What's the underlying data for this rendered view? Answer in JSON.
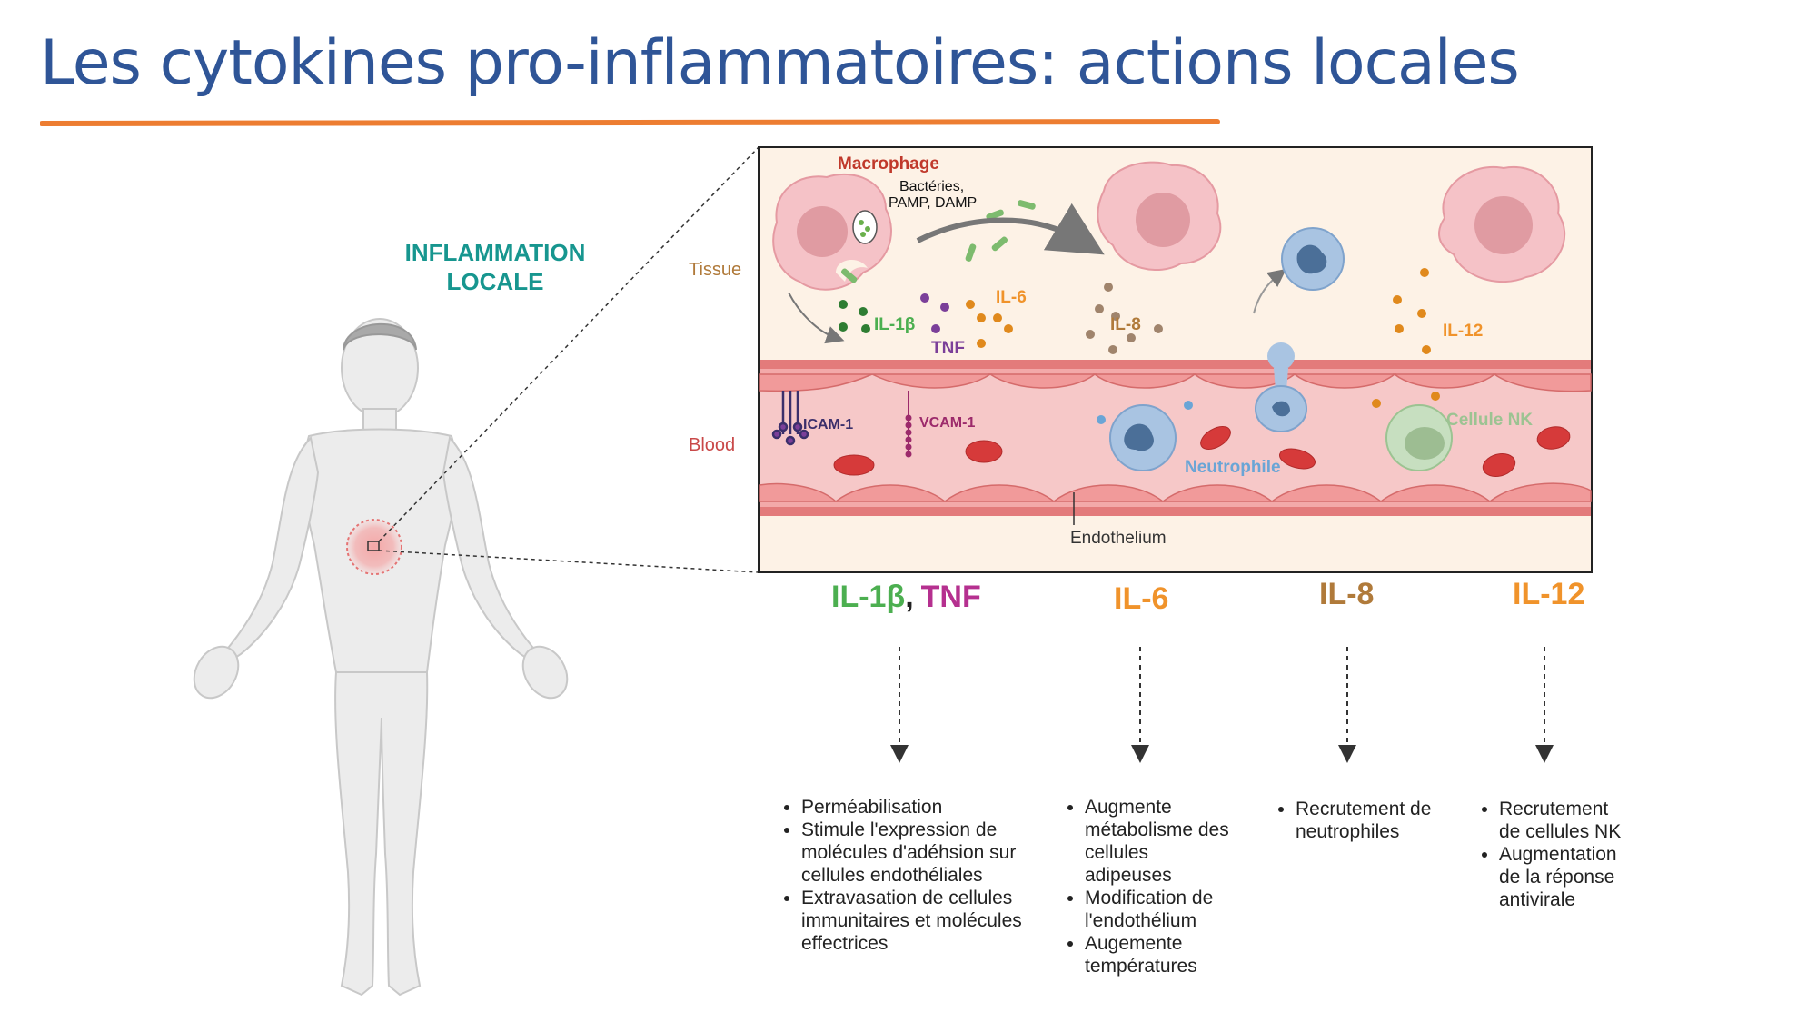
{
  "title": "Les cytokines pro-inflammatoires: actions locales",
  "inflammation_label": [
    "INFLAMMATION",
    "LOCALE"
  ],
  "diagram": {
    "macrophage": "Macrophage",
    "pathogens": [
      "Bactéries,",
      "PAMP, DAMP"
    ],
    "tissue": "Tissue",
    "blood": "Blood",
    "endothelium": "Endothelium",
    "il1b": "IL-1β",
    "tnf": "TNF",
    "il6": "IL-6",
    "il8": "IL-8",
    "il12": "IL-12",
    "icam": "ICAM-1",
    "vcam": "VCAM-1",
    "neutrophile": "Neutrophile",
    "nk": "Cellule NK"
  },
  "cytokines": {
    "il1b": "IL-1β",
    "comma": ",",
    "tnf": "TNF",
    "il6": "IL-6",
    "il8": "IL-8",
    "il12": "IL-12"
  },
  "effects": {
    "col1": [
      "Perméabilisation",
      "Stimule l'expression de molécules d'adéhsion sur cellules endothéliales",
      "Extravasation de cellules immunitaires et molécules effectrices"
    ],
    "col2": [
      "Augmente métabolisme des cellules adipeuses",
      "Modification de l'endothélium",
      "Augemente températures"
    ],
    "col3": [
      "Recrutement de neutrophiles"
    ],
    "col4": [
      "Recrutement de cellules NK",
      "Augmentation de la réponse antivirale"
    ]
  },
  "colors": {
    "title": "#2f5597",
    "underline": "#ed7d31",
    "il1b": "#4caf50",
    "tnf": "#b5308f",
    "il6": "#f0932b",
    "il8": "#b07a3a",
    "il12": "#f0932b",
    "macrophage_label": "#c0392b",
    "inflammation": "#17968f"
  }
}
